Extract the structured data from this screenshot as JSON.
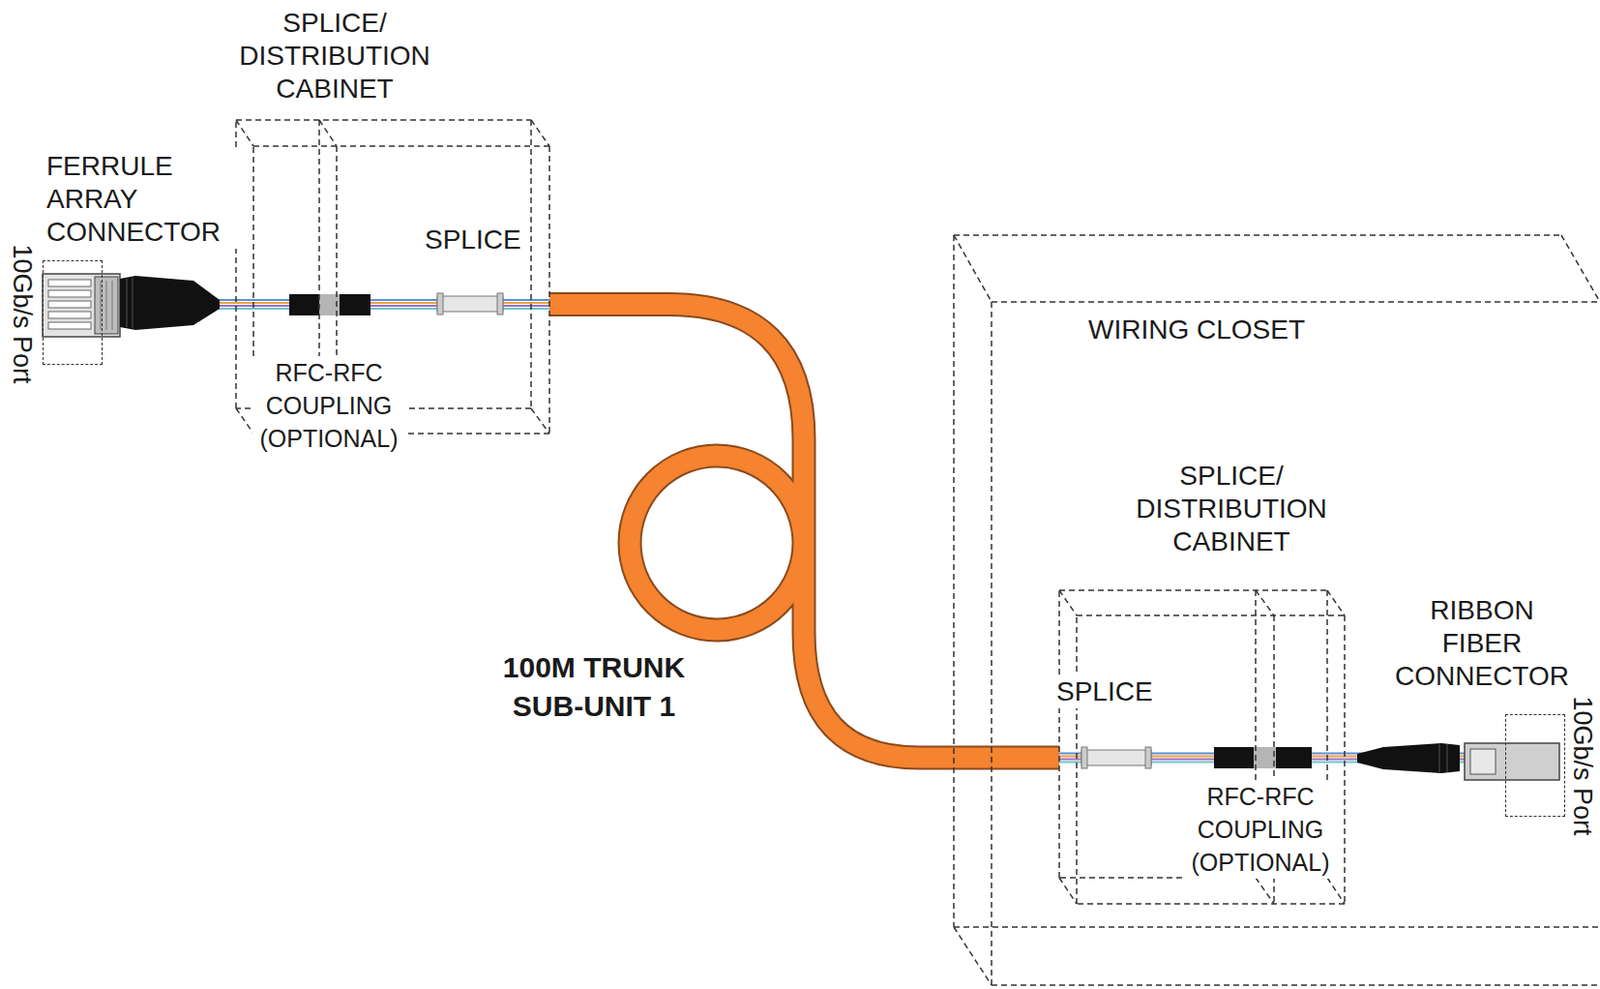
{
  "diagram": {
    "nodes": [
      {
        "text": [
          "10Gb/s Port"
        ]
      },
      {
        "text": [
          "SPLICE/ DISTRIBUTION CABINET"
        ]
      },
      {
        "text": [
          "WIRING CLOSET"
        ]
      },
      {
        "text": [
          "SPLICE/ DISTRIBUTION CABINET"
        ],
        "in": 2
      },
      {
        "text": [
          "10Gb/s Port"
        ],
        "in": 2
      }
    ],
    "edges": [
      {
        "from": 0,
        "to": 1,
        "arrow": "none"
      },
      {
        "from": 1,
        "to": 3,
        "label": "100M TRUNK SUB-UNIT 1",
        "arrow": "none"
      },
      {
        "from": 3,
        "to": 4,
        "arrow": "none"
      }
    ],
    "labels": [
      "FERRULE ARRAY CONNECTOR",
      "SPLICE",
      "RFC-RFC COUPLING (OPTIONAL)",
      "SPLICE",
      "RFC-RFC COUPLING (OPTIONAL)",
      "RIBBON FIBER CONNECTOR"
    ]
  }
}
